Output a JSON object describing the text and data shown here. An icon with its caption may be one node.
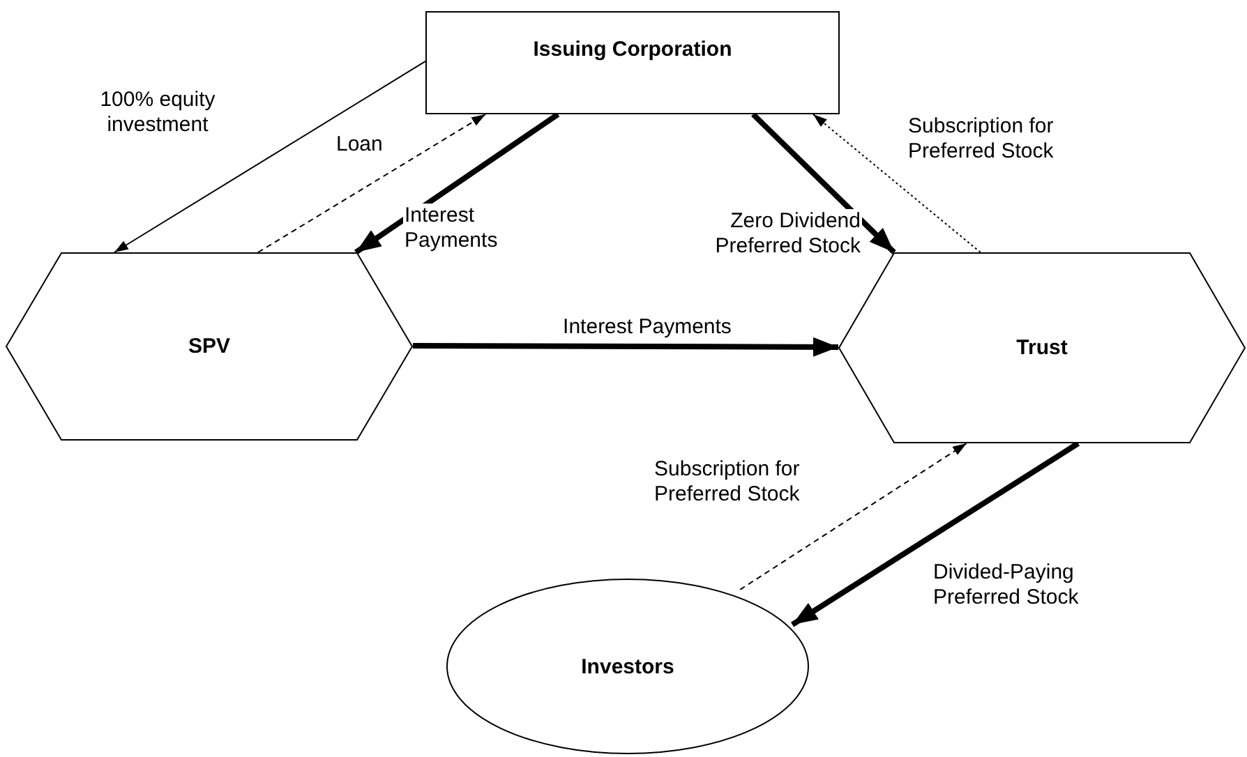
{
  "diagram": {
    "nodes": [
      {
        "text": [
          "Issuing Corporation"
        ]
      },
      {
        "text": [
          "SPV"
        ]
      },
      {
        "text": [
          "Trust"
        ]
      },
      {
        "text": [
          "Investors"
        ]
      }
    ],
    "edges": [
      {
        "from": 0,
        "to": 1,
        "arrow": "to",
        "label": "100% equity investment"
      },
      {
        "from": 1,
        "to": 0,
        "arrow": "to",
        "label": "Loan",
        "style": "dashed"
      },
      {
        "from": 0,
        "to": 1,
        "arrow": "to",
        "label": "Interest Payments",
        "style": "thick"
      },
      {
        "from": 1,
        "to": 2,
        "arrow": "to",
        "label": "Interest Payments",
        "style": "thick"
      },
      {
        "from": 0,
        "to": 2,
        "arrow": "to",
        "label": "Zero Dividend Preferred Stock",
        "style": "thick"
      },
      {
        "from": 2,
        "to": 0,
        "arrow": "to",
        "label": "Subscription for Preferred Stock",
        "style": "dashed"
      },
      {
        "from": 3,
        "to": 2,
        "arrow": "to",
        "label": "Subscription for Preferred Stock",
        "style": "dashed"
      },
      {
        "from": 2,
        "to": 3,
        "arrow": "to",
        "label": "Divided-Paying Preferred Stock",
        "style": "thick"
      }
    ]
  }
}
